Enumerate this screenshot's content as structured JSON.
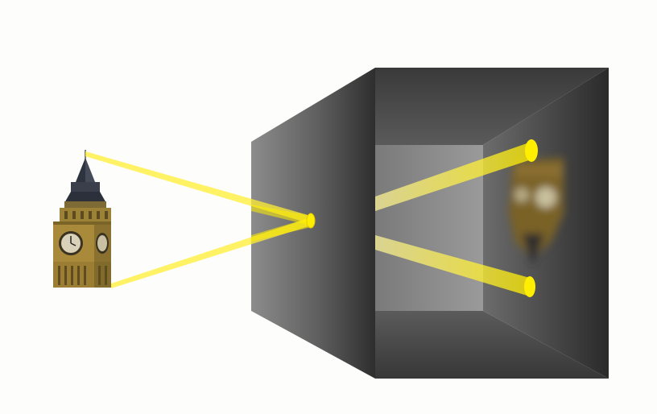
{
  "diagram": {
    "kind": "pinhole-camera-illustration",
    "subject": "clock-tower",
    "colors": {
      "background": "#fdfdfc",
      "box_dark": "#2b2b2b",
      "box_mid": "#5a5a5a",
      "box_light": "#8a8a8a",
      "light_ray": "#ffee00",
      "tower_stone": "#a88a3a",
      "tower_roof": "#2e3340",
      "clock_face": "#d9d2b8"
    },
    "icons": [
      "pinhole-aperture",
      "projected-image",
      "light-ray"
    ]
  }
}
